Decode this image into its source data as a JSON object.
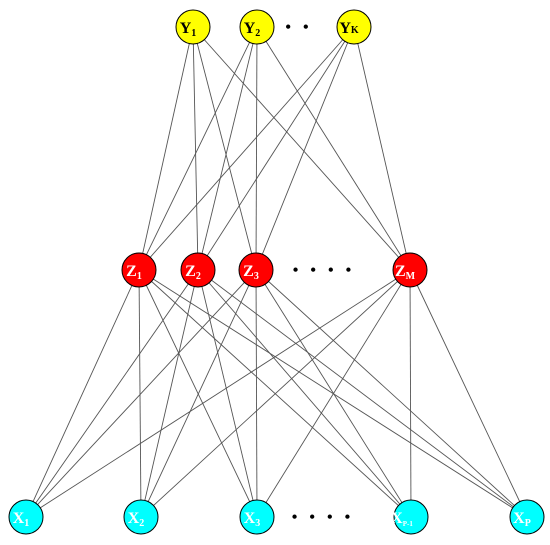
{
  "output_layer": {
    "nodes": [
      {
        "base": "Y",
        "sub": "1"
      },
      {
        "base": "Y",
        "sub": "2"
      },
      {
        "base": "Y",
        "sub": "K"
      }
    ],
    "fill": "#ffff00",
    "text_color": "#000000",
    "ellipsis": "• •"
  },
  "hidden_layer": {
    "nodes": [
      {
        "base": "Z",
        "sub": "1"
      },
      {
        "base": "Z",
        "sub": "2"
      },
      {
        "base": "Z",
        "sub": "3"
      },
      {
        "base": "Z",
        "sub": "M"
      }
    ],
    "fill": "#ff0000",
    "text_color": "#ffffff",
    "ellipsis": "• • • •"
  },
  "input_layer": {
    "nodes": [
      {
        "base": "X",
        "sub": "1"
      },
      {
        "base": "X",
        "sub": "2"
      },
      {
        "base": "X",
        "sub": "3"
      },
      {
        "base": "X",
        "sub": "P-1"
      },
      {
        "base": "X",
        "sub": "P"
      }
    ],
    "fill": "#00ffff",
    "text_color": "#ffffff",
    "ellipsis": "• • • •"
  },
  "edge_color": "#555555",
  "node_stroke": "#000000"
}
